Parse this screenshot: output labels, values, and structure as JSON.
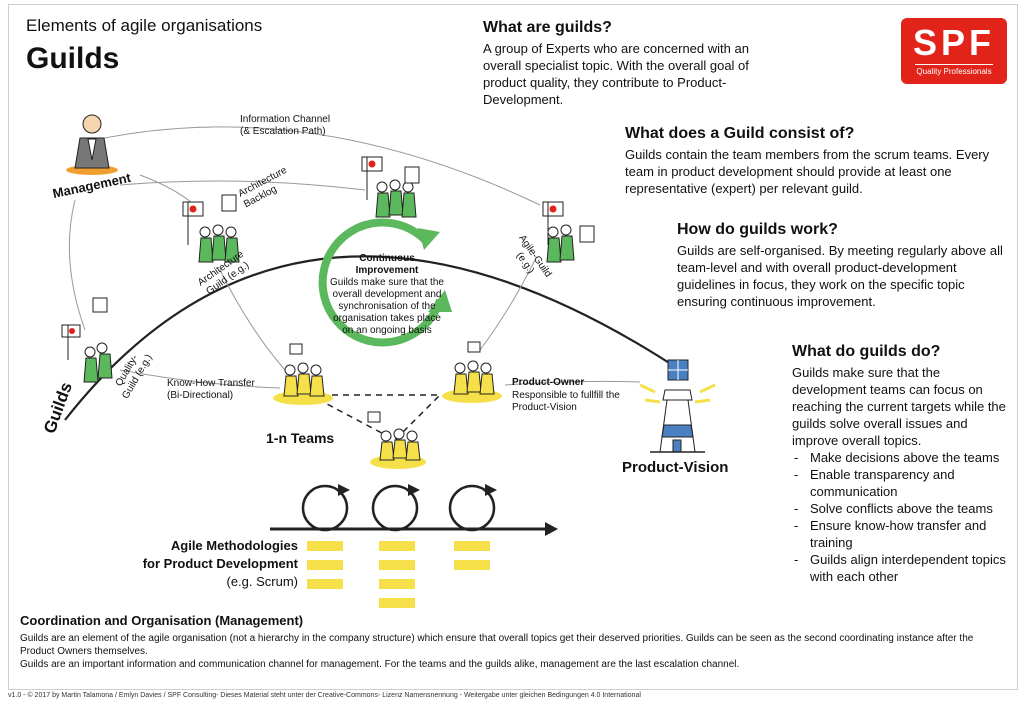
{
  "header": {
    "subtitle": "Elements of agile organisations",
    "title": "Guilds"
  },
  "logo": {
    "text": "SPF",
    "tagline": "Quality Professionals",
    "color": "#e2231a"
  },
  "diagram": {
    "management": "Management",
    "info_channel": "Information Channel\n(& Escalation Path)",
    "architecture_backlog": "Architecture\nBacklog",
    "architecture_guild": "Architecture\nGuild (e.g.)",
    "agile_guild": "Agile-Guild\n(e.g.)",
    "quality_guild": "Quality-\nGuild (e.g.)",
    "guilds_label": "Guilds",
    "continuous_title": "Continuous\nImprovement",
    "continuous_text": "Guilds make sure that the\noverall development and\nsynchronisation of the\norganisation takes place\non an ongoing basis",
    "know_how": "Know-How Transfer\n(Bi-Directional)",
    "po_title": "Product-Owner",
    "po_text": "Responsible to fullfill the\nProduct-Vision",
    "teams": "1-n Teams",
    "product_vision": "Product-Vision",
    "methodologies_line1": "Agile Methodologies",
    "methodologies_line2": "for Product Development",
    "methodologies_note": "(e.g. Scrum)",
    "accent_green": "#5cb85c",
    "accent_yellow": "#f5e04a"
  },
  "sections": {
    "what_title": "What are guilds?",
    "what_text": "A group of Experts who are concerned with an overall specialist topic.  With the overall goal of product quality, they contribute to Product-Development.",
    "consist_title": "What does a Guild consist of?",
    "consist_text": "Guilds contain the team members from the scrum teams.  Every team in product development should provide at least one representative (expert) per relevant guild.",
    "work_title": "How do guilds work?",
    "work_text": "Guilds are self-organised.  By meeting regularly above all team-level and with overall product-development guidelines in focus, they work on the specific topic ensuring continuous improvement.",
    "do_title": "What do guilds do?",
    "do_text": "Guilds make sure that the development teams can focus on reaching the current targets while the guilds solve overall issues and improve overall topics.",
    "do_items": [
      "Make decisions above the teams",
      "Enable transparency and communication",
      "Solve conflicts above the teams",
      "Ensure know-how transfer and training",
      "Guilds align interdependent topics with each other"
    ]
  },
  "coordination": {
    "title": "Coordination and Organisation (Management)",
    "p1": "Guilds are an element of the agile organisation (not a hierarchy in the company structure) which ensure that overall topics get their deserved priorities.  Guilds can be seen as the second coordinating instance after the Product Owners themselves.",
    "p2": "Guilds are an important information and communication channel for management. For the teams and the guilds alike, management are the last escalation channel."
  },
  "footer": {
    "text": "v1.0 - © 2017 by Martin Talamona / Emlyn Davies / SPF Consulting- Dieses Material steht unter der Creative-Commons- Lizenz Namensnennung - Weitergabe unter gleichen Bedingungen 4.0 International"
  }
}
